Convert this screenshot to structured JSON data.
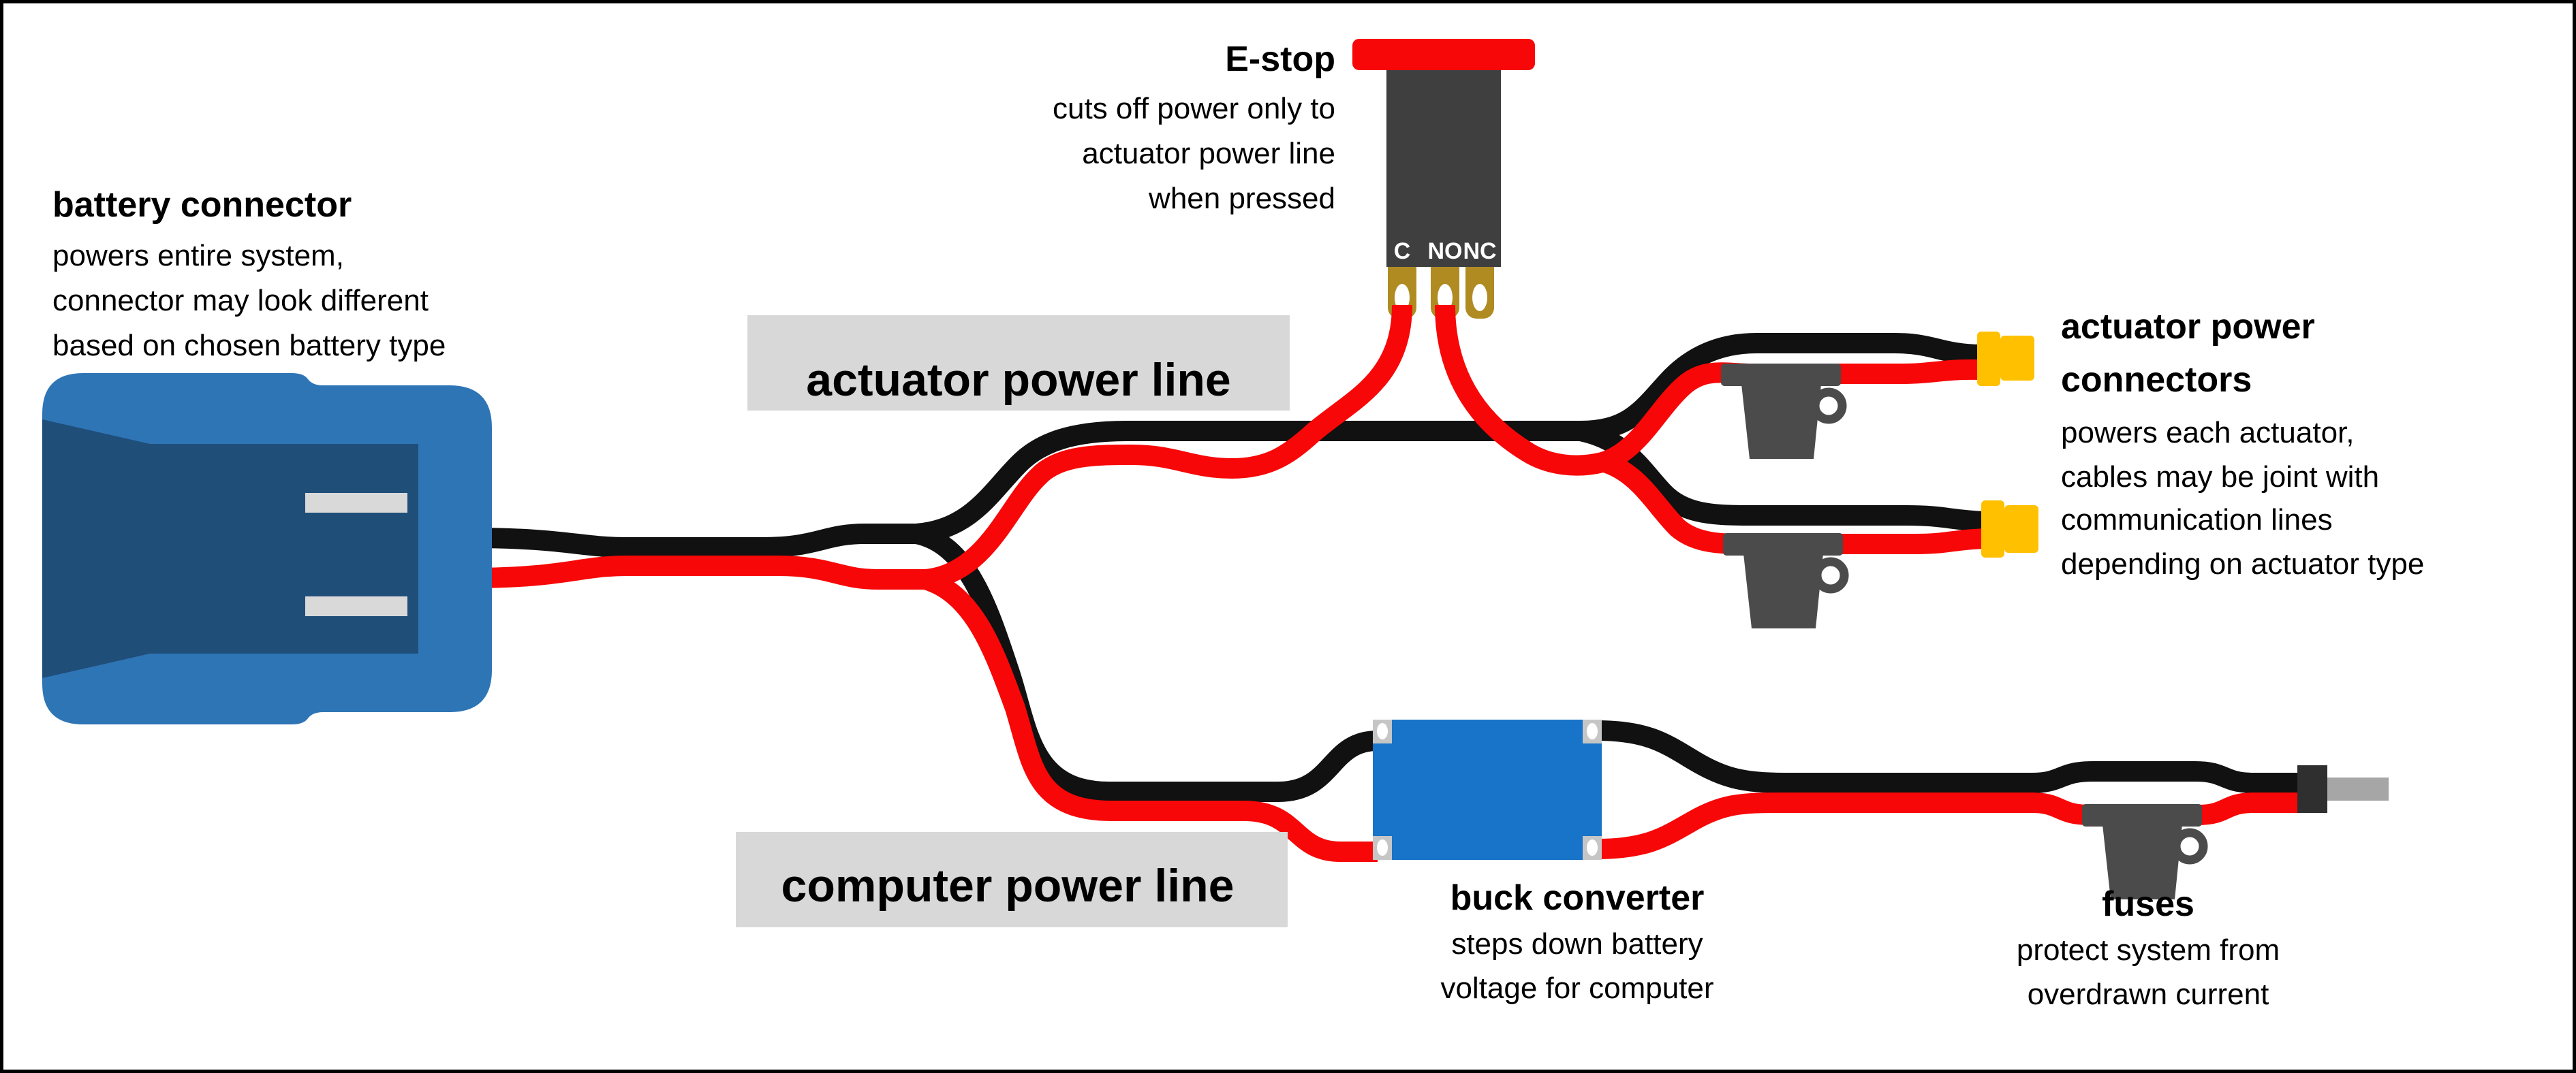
{
  "colors": {
    "bg": "#ffffff",
    "border": "#000000",
    "text": "#000000",
    "terminal_text": "#ffffff",
    "wire_black": "#111111",
    "wire_red": "#f70707",
    "estop_body": "#3f3f3f",
    "fuse_gray": "#4b4b4b",
    "gold": "#af8b21",
    "connector_yellow": "#ffc000",
    "buck_blue": "#1774c8",
    "battery_blue": "#2e75b6",
    "battery_inner_blue": "#1f4e79",
    "pin_gray": "#d9d9d9",
    "tab_gray": "#c6c6c6",
    "label_bg": "#d8d8d8",
    "plug_dark": "#2f2f2f",
    "plug_gray": "#a6a6a6"
  },
  "battery": {
    "title": "battery connector",
    "desc": [
      "powers entire system,",
      "connector may look different",
      "based on chosen battery type"
    ]
  },
  "estop": {
    "title": "E-stop",
    "desc": [
      "cuts off power only to",
      "actuator power line",
      "when pressed"
    ],
    "terminals": {
      "c": "C",
      "no": "NO",
      "nc": "NC"
    }
  },
  "line_labels": {
    "actuator": "actuator power line",
    "computer": "computer power line"
  },
  "actuator_connectors": {
    "title": [
      "actuator power",
      "connectors"
    ],
    "desc": [
      "powers each actuator,",
      "cables may be joint with",
      "communication lines",
      "depending on actuator type"
    ]
  },
  "buck": {
    "title": "buck converter",
    "desc": [
      "steps down battery",
      "voltage for computer"
    ]
  },
  "fuses": {
    "title": "fuses",
    "desc": [
      "protect system from",
      "overdrawn current"
    ]
  }
}
